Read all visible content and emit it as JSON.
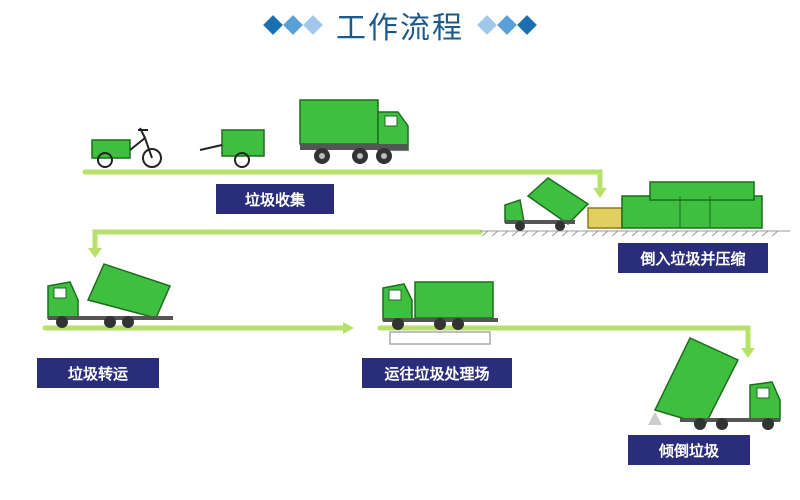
{
  "title": "工作流程",
  "steps": [
    {
      "label": "垃圾收集"
    },
    {
      "label": "倒入垃圾并压缩"
    },
    {
      "label": "垃圾转运"
    },
    {
      "label": "运往垃圾处理场"
    },
    {
      "label": "倾倒垃圾"
    }
  ],
  "colors": {
    "accent_green": "#7ccf2e",
    "truck_green": "#3fbf3f",
    "label_bg": "#2a2d7a",
    "title_blue": "#1a5a8c",
    "arrow_green": "#b6e26a"
  }
}
